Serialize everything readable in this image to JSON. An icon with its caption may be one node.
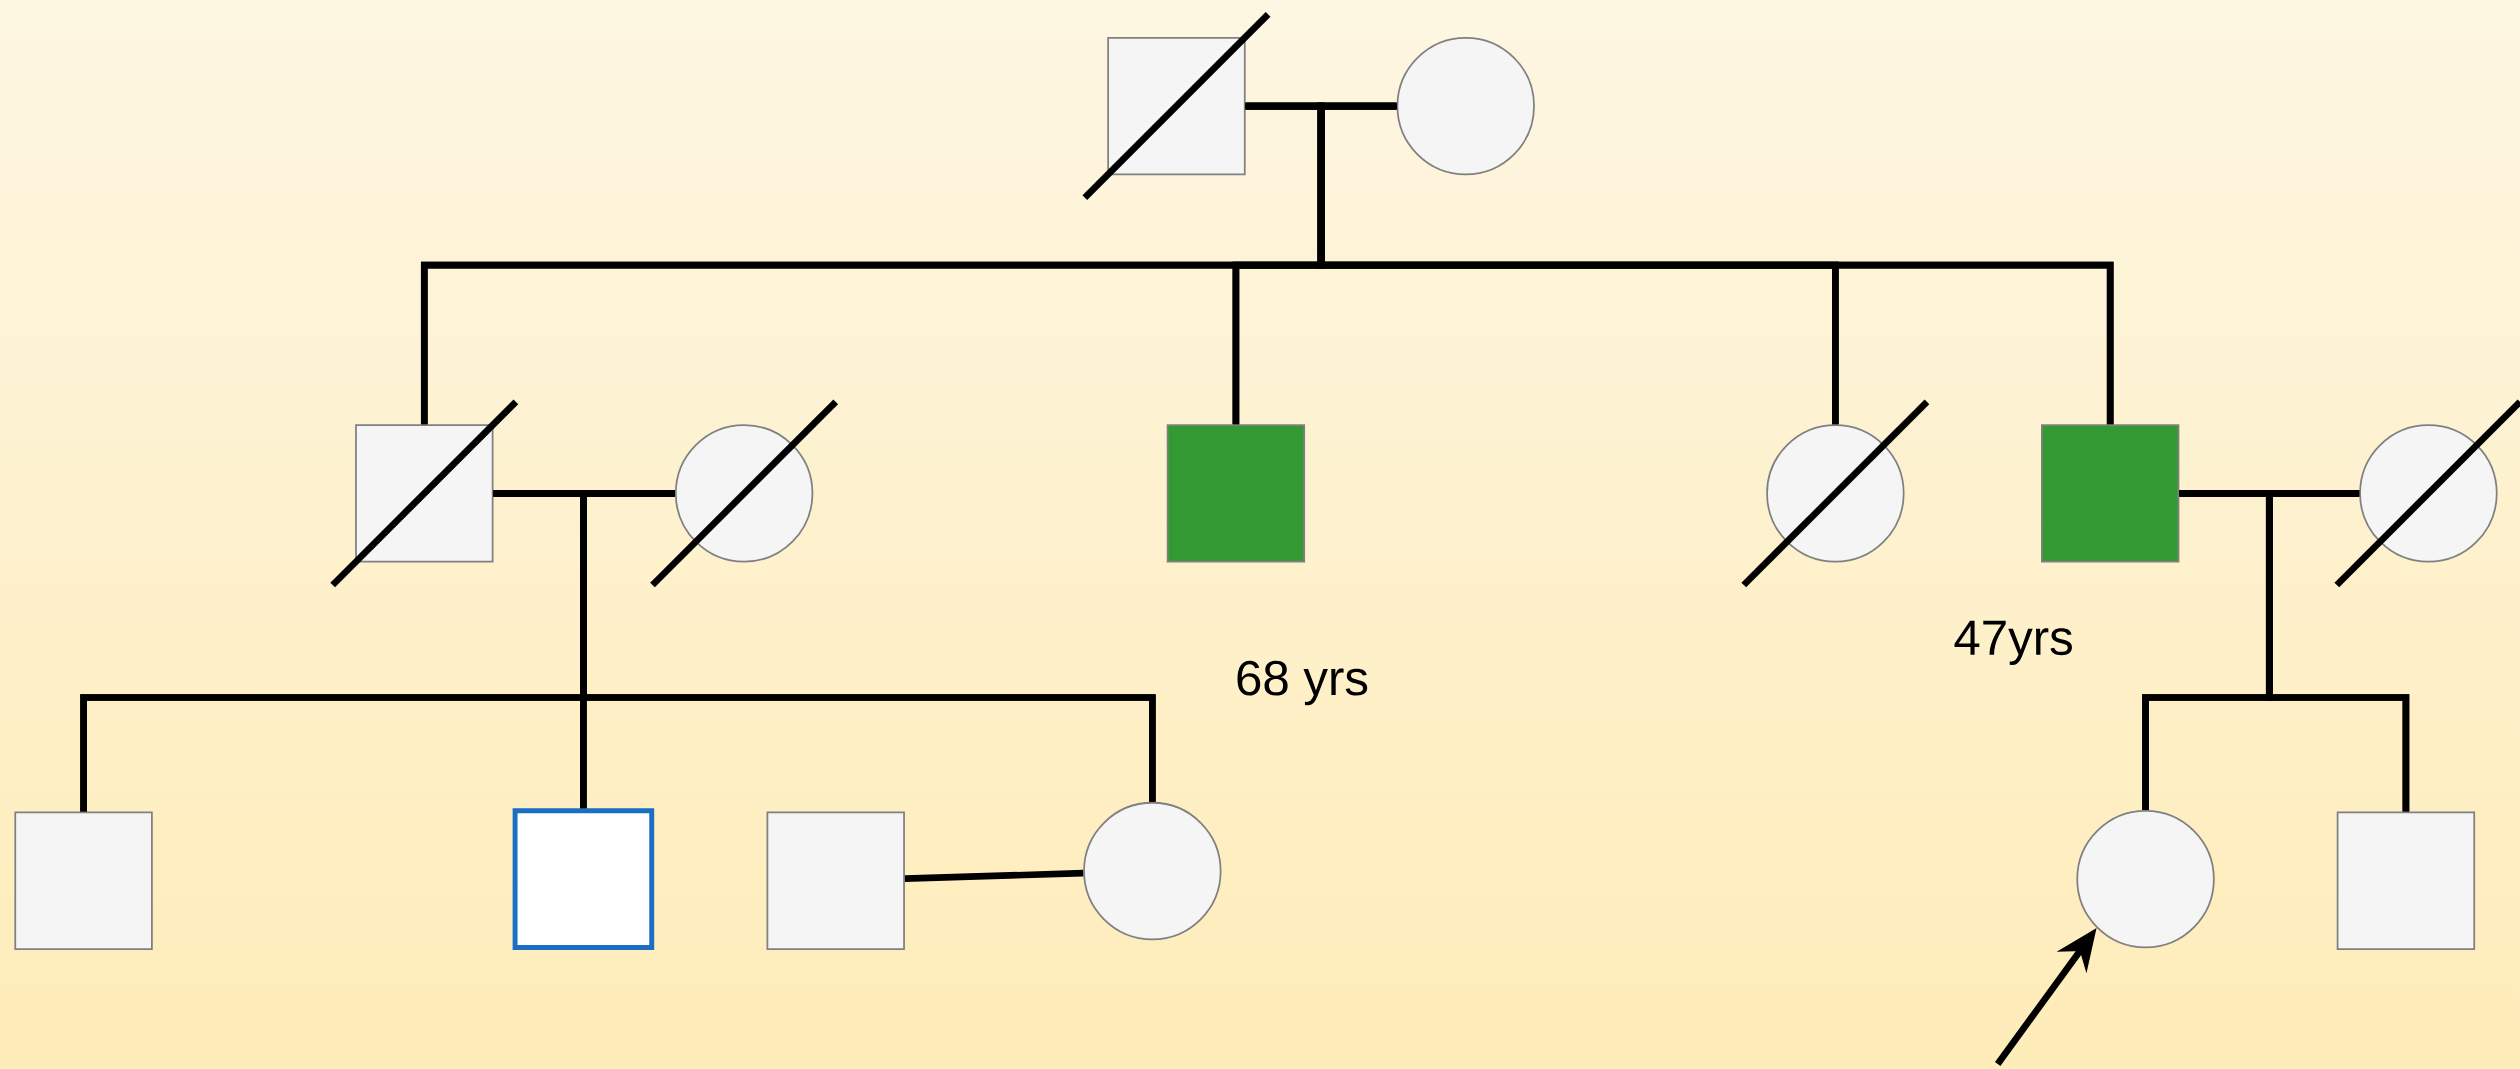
{
  "diagram": {
    "nodes": [
      {
        "text": [],
        "shape": "box"
      },
      {
        "text": [],
        "shape": "circle"
      },
      {
        "text": [],
        "shape": "box"
      },
      {
        "text": [],
        "shape": "circle"
      },
      {
        "text": [],
        "shape": "box",
        "beside": [
          "68 yrs"
        ]
      },
      {
        "text": [],
        "shape": "circle"
      },
      {
        "text": [],
        "shape": "box",
        "beside": [
          "47yrs"
        ]
      },
      {
        "text": [],
        "shape": "circle"
      },
      {
        "text": [],
        "shape": "box"
      },
      {
        "text": [],
        "shape": "box"
      },
      {
        "text": [],
        "shape": "box"
      },
      {
        "text": [],
        "shape": "circle"
      },
      {
        "text": [],
        "shape": "circle"
      },
      {
        "text": [],
        "shape": "box"
      }
    ],
    "edges": [
      {
        "from": 0,
        "to": 1,
        "arrow": "none"
      },
      {
        "from": 0,
        "to": 2,
        "arrow": "none"
      },
      {
        "from": 1,
        "to": 2,
        "arrow": "none"
      },
      {
        "from": 0,
        "to": 4,
        "arrow": "none"
      },
      {
        "from": 1,
        "to": 4,
        "arrow": "none"
      },
      {
        "from": 0,
        "to": 5,
        "arrow": "none"
      },
      {
        "from": 1,
        "to": 5,
        "arrow": "none"
      },
      {
        "from": 0,
        "to": 6,
        "arrow": "none"
      },
      {
        "from": 1,
        "to": 6,
        "arrow": "none"
      },
      {
        "from": 2,
        "to": 3,
        "arrow": "none"
      },
      {
        "from": 2,
        "to": 8,
        "arrow": "none"
      },
      {
        "from": 3,
        "to": 8,
        "arrow": "none"
      },
      {
        "from": 2,
        "to": 9,
        "arrow": "none"
      },
      {
        "from": 3,
        "to": 9,
        "arrow": "none"
      },
      {
        "from": 2,
        "to": 11,
        "arrow": "none"
      },
      {
        "from": 3,
        "to": 11,
        "arrow": "none"
      },
      {
        "from": 10,
        "to": 11,
        "arrow": "none"
      },
      {
        "from": 6,
        "to": 7,
        "arrow": "none"
      },
      {
        "from": 6,
        "to": 12,
        "arrow": "none"
      },
      {
        "from": 7,
        "to": 12,
        "arrow": "none"
      },
      {
        "from": 6,
        "to": 13,
        "arrow": "none"
      },
      {
        "from": 7,
        "to": 13,
        "arrow": "none"
      },
      {
        "from": null,
        "to": 12,
        "arrow": "to"
      }
    ]
  }
}
